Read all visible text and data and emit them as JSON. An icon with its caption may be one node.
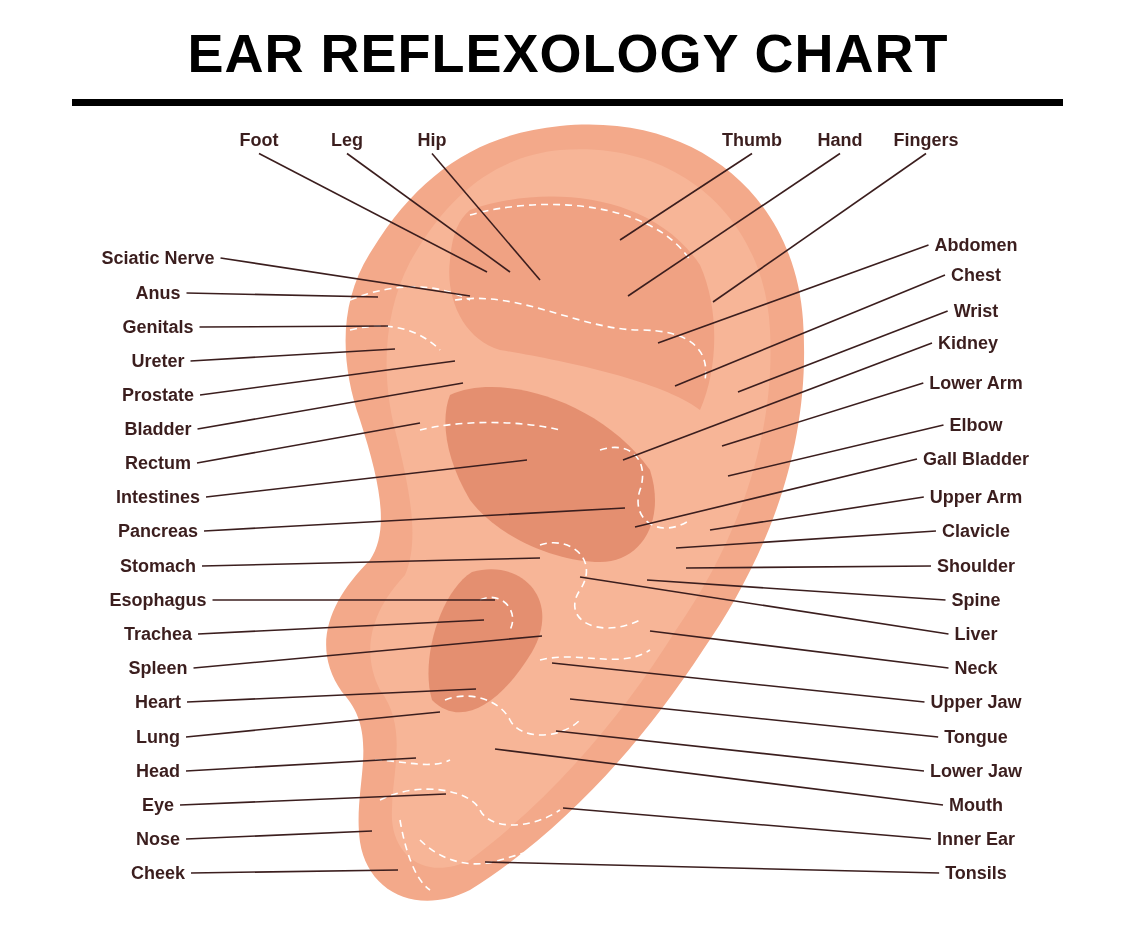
{
  "diagram": {
    "title": "EAR REFLEXOLOGY CHART",
    "nodes": [
      {
        "text": [
          "Foot"
        ]
      },
      {
        "text": [
          "Leg"
        ]
      },
      {
        "text": [
          "Hip"
        ]
      },
      {
        "text": [
          "Thumb"
        ]
      },
      {
        "text": [
          "Hand"
        ]
      },
      {
        "text": [
          "Fingers"
        ]
      },
      {
        "text": [
          "Sciatic Nerve"
        ]
      },
      {
        "text": [
          "Anus"
        ]
      },
      {
        "text": [
          "Genitals"
        ]
      },
      {
        "text": [
          "Ureter"
        ]
      },
      {
        "text": [
          "Prostate"
        ]
      },
      {
        "text": [
          "Bladder"
        ]
      },
      {
        "text": [
          "Rectum"
        ]
      },
      {
        "text": [
          "Intestines"
        ]
      },
      {
        "text": [
          "Pancreas"
        ]
      },
      {
        "text": [
          "Stomach"
        ]
      },
      {
        "text": [
          "Esophagus"
        ]
      },
      {
        "text": [
          "Trachea"
        ]
      },
      {
        "text": [
          "Spleen"
        ]
      },
      {
        "text": [
          "Heart"
        ]
      },
      {
        "text": [
          "Lung"
        ]
      },
      {
        "text": [
          "Head"
        ]
      },
      {
        "text": [
          "Eye"
        ]
      },
      {
        "text": [
          "Nose"
        ]
      },
      {
        "text": [
          "Cheek"
        ]
      },
      {
        "text": [
          "Abdomen"
        ]
      },
      {
        "text": [
          "Chest"
        ]
      },
      {
        "text": [
          "Wrist"
        ]
      },
      {
        "text": [
          "Kidney"
        ]
      },
      {
        "text": [
          "Lower Arm"
        ]
      },
      {
        "text": [
          "Elbow"
        ]
      },
      {
        "text": [
          "Gall Bladder"
        ]
      },
      {
        "text": [
          "Upper Arm"
        ]
      },
      {
        "text": [
          "Clavicle"
        ]
      },
      {
        "text": [
          "Shoulder"
        ]
      },
      {
        "text": [
          "Spine"
        ]
      },
      {
        "text": [
          "Liver"
        ]
      },
      {
        "text": [
          "Neck"
        ]
      },
      {
        "text": [
          "Upper Jaw"
        ]
      },
      {
        "text": [
          "Tongue"
        ]
      },
      {
        "text": [
          "Lower Jaw"
        ]
      },
      {
        "text": [
          "Mouth"
        ]
      },
      {
        "text": [
          "Inner Ear"
        ]
      },
      {
        "text": [
          "Tonsils"
        ]
      }
    ],
    "edges": [
      {
        "from": 0,
        "to": null,
        "arrow": "none"
      },
      {
        "from": 1,
        "to": null,
        "arrow": "none"
      },
      {
        "from": 2,
        "to": null,
        "arrow": "none"
      },
      {
        "from": 3,
        "to": null,
        "arrow": "none"
      },
      {
        "from": 4,
        "to": null,
        "arrow": "none"
      },
      {
        "from": 5,
        "to": null,
        "arrow": "none"
      },
      {
        "from": 6,
        "to": null,
        "arrow": "none"
      },
      {
        "from": 7,
        "to": null,
        "arrow": "none"
      },
      {
        "from": 8,
        "to": null,
        "arrow": "none"
      },
      {
        "from": 9,
        "to": null,
        "arrow": "none"
      },
      {
        "from": 10,
        "to": null,
        "arrow": "none"
      },
      {
        "from": 11,
        "to": null,
        "arrow": "none"
      },
      {
        "from": 12,
        "to": null,
        "arrow": "none"
      },
      {
        "from": 13,
        "to": null,
        "arrow": "none"
      },
      {
        "from": 14,
        "to": null,
        "arrow": "none"
      },
      {
        "from": 15,
        "to": null,
        "arrow": "none"
      },
      {
        "from": 16,
        "to": null,
        "arrow": "none"
      },
      {
        "from": 17,
        "to": null,
        "arrow": "none"
      },
      {
        "from": 18,
        "to": null,
        "arrow": "none"
      },
      {
        "from": 19,
        "to": null,
        "arrow": "none"
      },
      {
        "from": 20,
        "to": null,
        "arrow": "none"
      },
      {
        "from": 21,
        "to": null,
        "arrow": "none"
      },
      {
        "from": 22,
        "to": null,
        "arrow": "none"
      },
      {
        "from": 23,
        "to": null,
        "arrow": "none"
      },
      {
        "from": 24,
        "to": null,
        "arrow": "none"
      },
      {
        "from": 25,
        "to": null,
        "arrow": "none"
      },
      {
        "from": 26,
        "to": null,
        "arrow": "none"
      },
      {
        "from": 27,
        "to": null,
        "arrow": "none"
      },
      {
        "from": 28,
        "to": null,
        "arrow": "none"
      },
      {
        "from": 29,
        "to": null,
        "arrow": "none"
      },
      {
        "from": 30,
        "to": null,
        "arrow": "none"
      },
      {
        "from": 31,
        "to": null,
        "arrow": "none"
      },
      {
        "from": 32,
        "to": null,
        "arrow": "none"
      },
      {
        "from": 33,
        "to": null,
        "arrow": "none"
      },
      {
        "from": 34,
        "to": null,
        "arrow": "none"
      },
      {
        "from": 35,
        "to": null,
        "arrow": "none"
      },
      {
        "from": 36,
        "to": null,
        "arrow": "none"
      },
      {
        "from": 37,
        "to": null,
        "arrow": "none"
      },
      {
        "from": 38,
        "to": null,
        "arrow": "none"
      },
      {
        "from": 39,
        "to": null,
        "arrow": "none"
      },
      {
        "from": 40,
        "to": null,
        "arrow": "none"
      },
      {
        "from": 41,
        "to": null,
        "arrow": "none"
      },
      {
        "from": 42,
        "to": null,
        "arrow": "none"
      },
      {
        "from": 43,
        "to": null,
        "arrow": "none"
      }
    ]
  }
}
